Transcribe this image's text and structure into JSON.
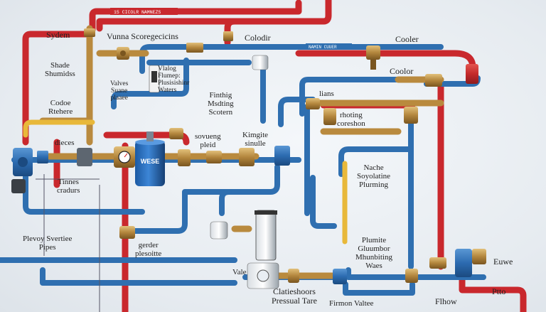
{
  "colors": {
    "hot_pipe": "#c9282d",
    "cold_pipe": "#2f6fb0",
    "brass": "#b98a3e",
    "yellow_pipe": "#e8b83a",
    "background": "#e9eef3"
  },
  "pipe_band_labels": {
    "top_red": "15 CICOLR NAMNEZS",
    "blue_upper": "NAMIN CUUER"
  },
  "tank_label": "WESE",
  "labels": {
    "sydem": "Sydem",
    "vunna": "Vunna Scoregecicins",
    "colodir": "Colodir",
    "cooler_top": "Cooler",
    "cooler_mid": "Coolor",
    "shade": "Shade\nShumidss",
    "vlaloug": "Vlalog\nFlumep:\nPlusisishinr\nWaters",
    "valves": "Valves\nSuane\nplaaee",
    "codoe": "Codoe\nRtehere",
    "finthing": "Finthig\nMsdting\nScotern",
    "lians": "lians",
    "rhoting": "rhoting\ncoreshon",
    "dieces": "dieces",
    "sovueng": "sovueng\npleid",
    "kimgite": "Kimgite\nsinulle",
    "tinnes": "Tinnes\ncradurs",
    "nache": "Nache\nSoyolatine\nPlurming",
    "plevoy": "Plevoy Svertiee\nPipes",
    "gerder": "gerder\nplesoitte",
    "plumite": "Plumite\nGluumbor\nMhunbiting\nWaes",
    "vale": "Vale",
    "clatieshoors": "Clatieshoors\nPressual Tare",
    "firmon": "Firmon Valtee",
    "euwe": "Euwe",
    "ptto": "Ptto",
    "flhow": "Flhow"
  }
}
